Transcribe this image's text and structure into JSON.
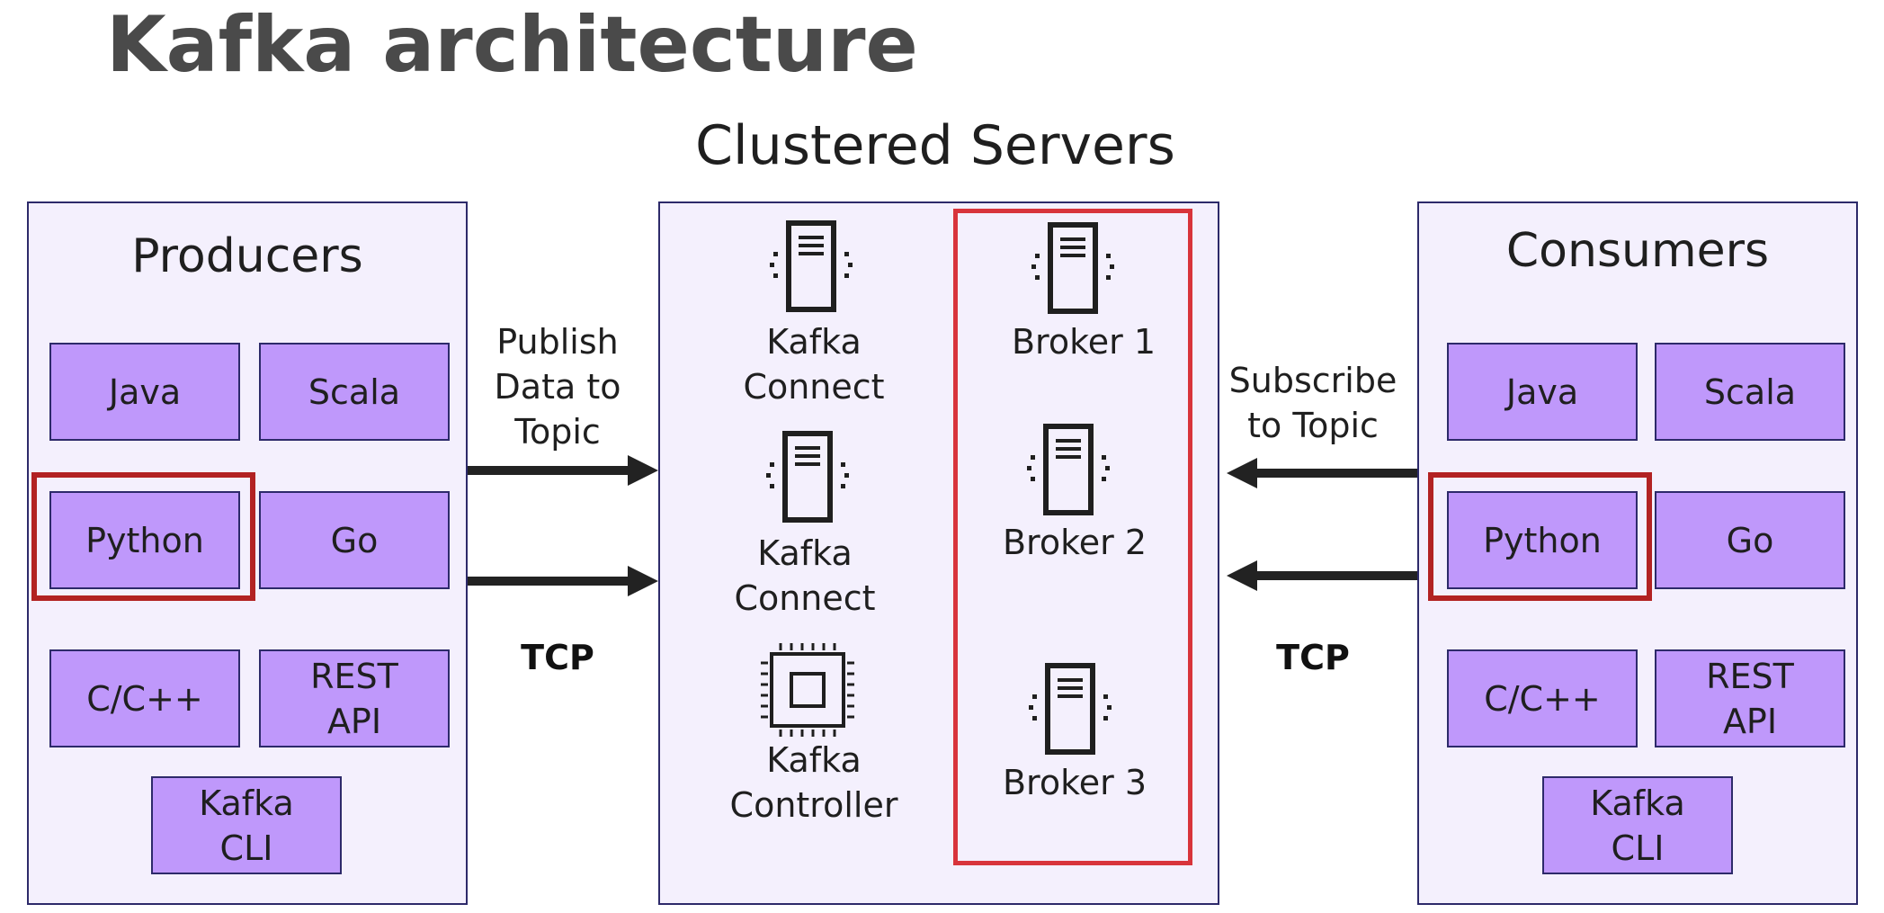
{
  "title": "Kafka architecture",
  "cluster_title": "Clustered Servers",
  "producers": {
    "title": "Producers",
    "clients": [
      "Java",
      "Scala",
      "Python",
      "Go",
      "C/C++",
      "REST\nAPI",
      "Kafka\nCLI"
    ],
    "highlighted": "Python"
  },
  "consumers": {
    "title": "Consumers",
    "clients": [
      "Java",
      "Scala",
      "Python",
      "Go",
      "C/C++",
      "REST\nAPI",
      "Kafka\nCLI"
    ],
    "highlighted": "Python"
  },
  "cluster": {
    "services": [
      {
        "label": "Kafka\nConnect",
        "icon": "server-icon"
      },
      {
        "label": "Kafka\nConnect",
        "icon": "server-icon"
      },
      {
        "label": "Kafka\nController",
        "icon": "chip-icon"
      }
    ],
    "brokers": [
      {
        "label": "Broker 1",
        "icon": "server-icon"
      },
      {
        "label": "Broker 2",
        "icon": "server-icon"
      },
      {
        "label": "Broker 3",
        "icon": "server-icon"
      }
    ]
  },
  "left_connection": {
    "label": "Publish\nData to\nTopic",
    "protocol": "TCP"
  },
  "right_connection": {
    "label": "Subscribe\nto Topic",
    "protocol": "TCP"
  },
  "colors": {
    "panel_fill": "#f4f0fd",
    "client_fill": "#bf98fb",
    "border": "#2d2a6a",
    "client_highlight": "#b22222",
    "broker_highlight": "#d8343b",
    "title": "#4a4a4a"
  }
}
